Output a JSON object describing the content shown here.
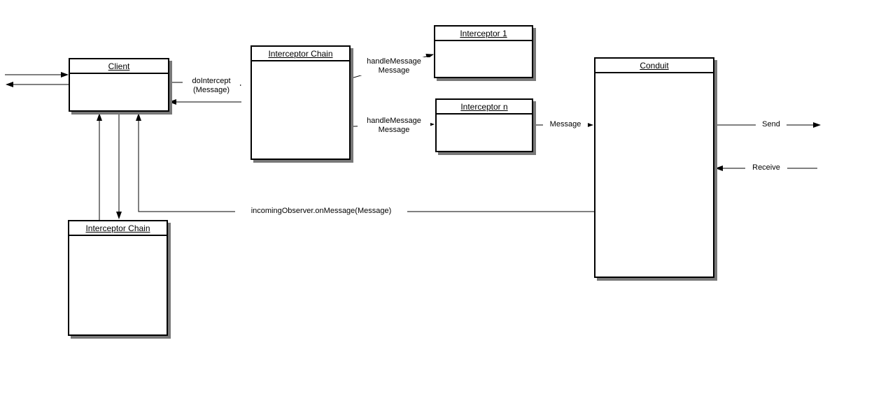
{
  "diagram": {
    "nodes": {
      "client": {
        "title": "Client"
      },
      "interceptor_chain_top": {
        "title": "Interceptor Chain"
      },
      "interceptor_1": {
        "title": "Interceptor 1"
      },
      "interceptor_n": {
        "title": "Interceptor n"
      },
      "conduit": {
        "title": "Conduit"
      },
      "interceptor_chain_bottom": {
        "title": "Interceptor Chain"
      }
    },
    "labels": {
      "do_intercept_line1": "doIntercept",
      "do_intercept_line2": "(Message)",
      "handle_message_1_line1": "handleMessage",
      "handle_message_1_line2": "Message",
      "handle_message_n_line1": "handleMessage",
      "handle_message_n_line2": "Message",
      "message_to_conduit": "Message",
      "send": "Send",
      "receive": "Receive",
      "incoming_observer": "incomingObserver.onMessage(Message)"
    },
    "colors": {
      "line": "#000000",
      "box_border": "#000000",
      "box_fill": "#ffffff",
      "shadow": "#787878",
      "background": "#ffffff",
      "text": "#000000"
    }
  }
}
